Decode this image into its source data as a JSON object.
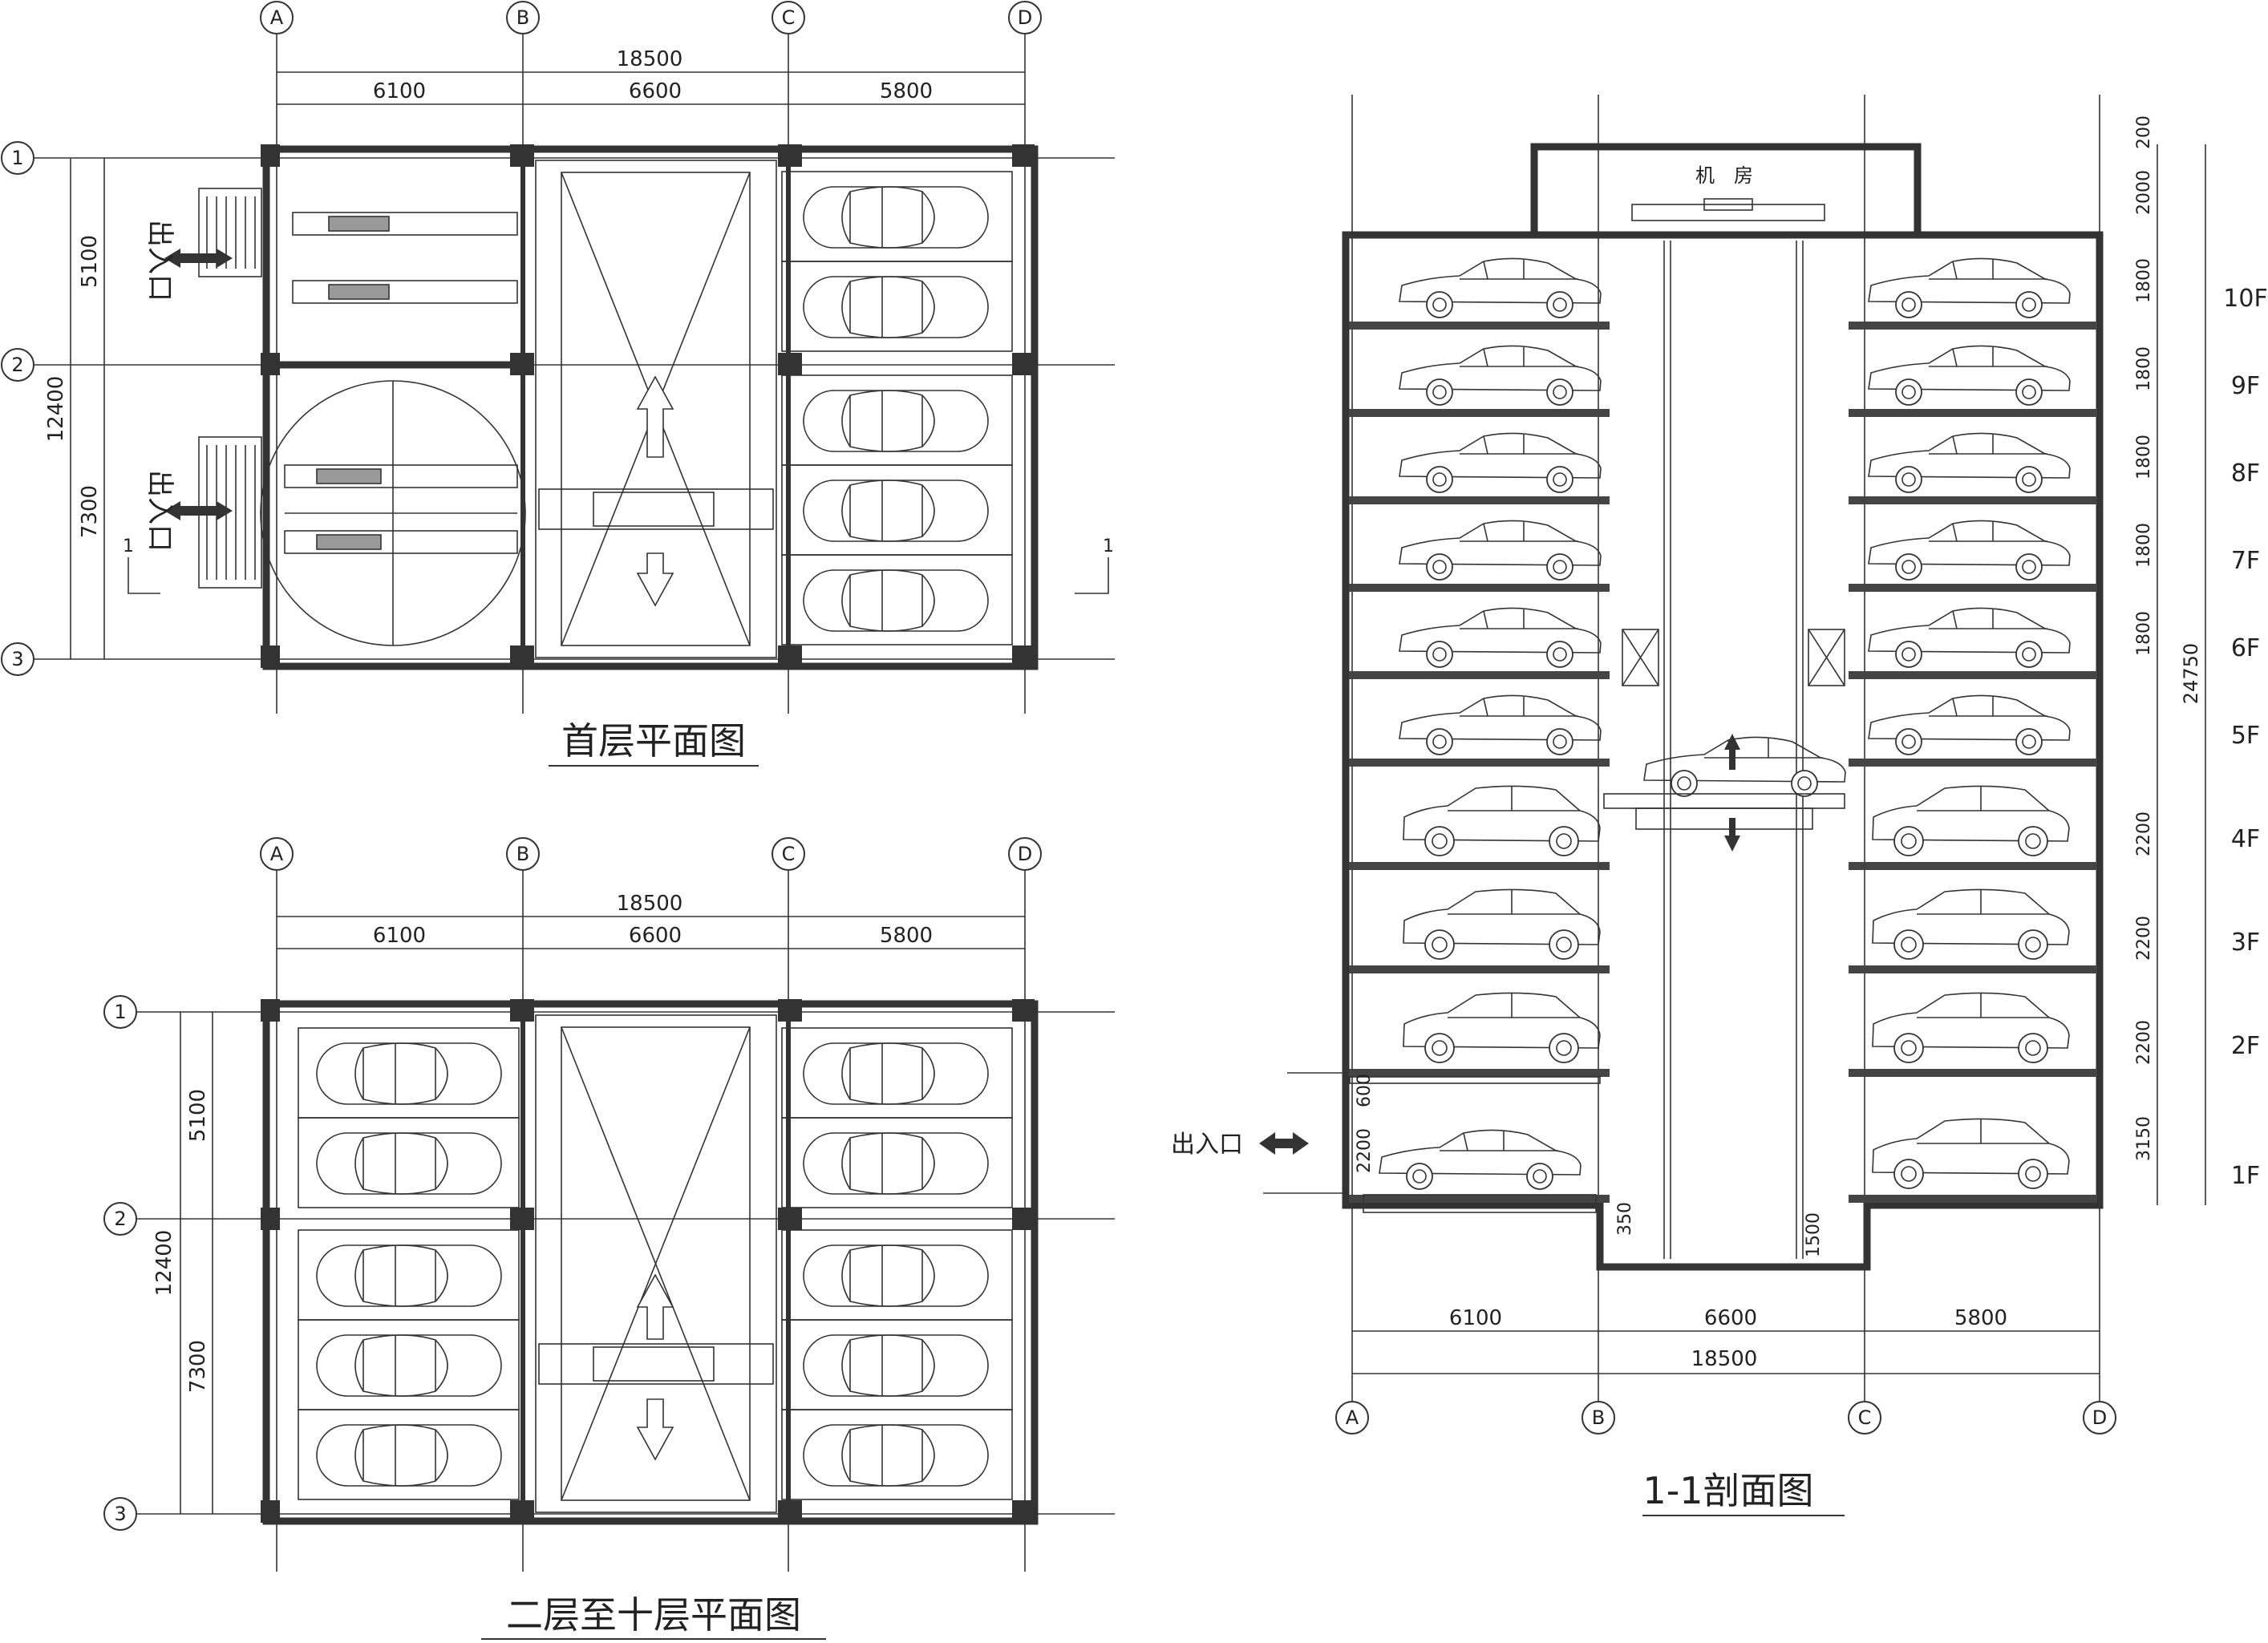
{
  "ground_plan": {
    "title": "首层平面图",
    "axes_x": [
      "A",
      "B",
      "C",
      "D"
    ],
    "axes_y": [
      "1",
      "2",
      "3"
    ],
    "total_width": "18500",
    "bays": [
      "6100",
      "6600",
      "5800"
    ],
    "total_depth": "12400",
    "depths": [
      "5100",
      "7300"
    ],
    "entrance_label": "出入口",
    "section_mark": "1"
  },
  "upper_plan": {
    "title": "二层至十层平面图",
    "axes_x": [
      "A",
      "B",
      "C",
      "D"
    ],
    "axes_y": [
      "1",
      "2",
      "3"
    ],
    "total_width": "18500",
    "bays": [
      "6100",
      "6600",
      "5800"
    ],
    "total_depth": "12400",
    "depths": [
      "5100",
      "7300"
    ]
  },
  "section": {
    "title": "1-1剖面图",
    "machine_room": "机　房",
    "entrance_label": "出入口",
    "axes_x": [
      "A",
      "B",
      "C",
      "D"
    ],
    "bays": [
      "6100",
      "6600",
      "5800"
    ],
    "total_width": "18500",
    "total_height": "24750",
    "floors": [
      "10F",
      "9F",
      "8F",
      "7F",
      "6F",
      "5F",
      "4F",
      "3F",
      "2F",
      "1F"
    ],
    "floor_heights": [
      "2000",
      "1800",
      "1800",
      "1800",
      "1800",
      "1800",
      "2200",
      "2200",
      "2200",
      "3150"
    ],
    "slab": "200",
    "roof": "200",
    "pit_left": "350",
    "pit_right": "1500",
    "entry_height": "2200",
    "entry_upper": "600"
  }
}
